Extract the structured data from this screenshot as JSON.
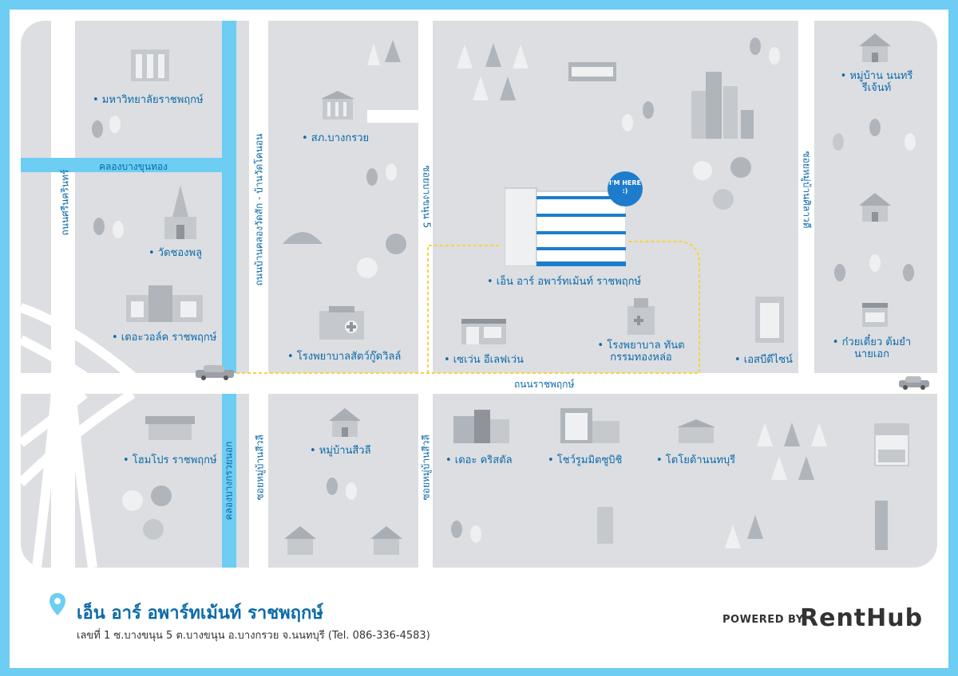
{
  "colors": {
    "frame": "#6dcdf2",
    "block": "#dcdee2",
    "road": "#ffffff",
    "canal": "#6dcdf2",
    "label_text": "#0b6aa8",
    "route_dash": "#f7d33c",
    "here_bubble": "#1e7ccc"
  },
  "map": {
    "here_marker": "I'M HERE :)",
    "roads": {
      "srinakarin": "ถนนศรีนครินทร์",
      "ratchaphruek": "ถนนราชพฤกษ์",
      "bang_khun_thong_canal": "คลองบางขุนทอง",
      "bang_kruai_canal": "คลองบางกรวยนอก",
      "ban_khlong_wat": "ถนนบ้านคลองวัดสัก - บ้านวัดโคนอน",
      "soi_bangkhanun_5": "ซอยบางขนุน 5",
      "soi_ban_silawadee": "ซอยหมู่บ้านศิลาวดี",
      "soi_ban_siwalee_1": "ซอยหมู่บ้านสีวลี",
      "soi_ban_siwalee_2": "ซอยหมู่บ้านสีวลี"
    },
    "places": {
      "university": "• มหาวิทยาลัยราชพฤกษ์",
      "post_office": "• สภ.บางกรวย",
      "temple": "• วัดชองพลู",
      "the_walk": "• เดอะวอล์ค ราชพฤกษ์",
      "vet_hospital": "• โรงพยาบาลสัตว์กู๊ดวิลล์",
      "seven_eleven": "• เซเว่น อีเลฟเว่น",
      "dental_hospital": "• โรงพยาบาล ทันตกรรมทองหล่อ",
      "sd_sign": "• เอสบีดีไซน์",
      "village_nonthree": "• หมู่บ้าน นนทรีรีเจ้นท์",
      "noodle_shop": "• ก๋วยเตี๋ยว ต้มยำ นายเอก",
      "apartment": "• เอ็น อาร์ อพาร์ทเม้นท์ ราชพฤกษ์",
      "homepro": "• โฮมโปร ราชพฤกษ์",
      "village_siwalee": "• หมู่บ้านสีวลี",
      "the_crystal": "• เดอะ คริสตัล",
      "showroom": "• โชว์รูมมิตซูบิชิ",
      "toyota": "• โตโยต้านนทบุรี"
    }
  },
  "footer": {
    "pin_icon": "location-pin-icon",
    "title": "เอ็น อาร์ อพาร์ทเม้นท์ ราชพฤกษ์",
    "address": "เลขที่ 1 ซ.บางขนุน 5 ต.บางขนุน อ.บางกรวย จ.นนทบุรี  (Tel. 086-336-4583)",
    "powered_by": "POWERED BY",
    "brand": "RentHub"
  }
}
